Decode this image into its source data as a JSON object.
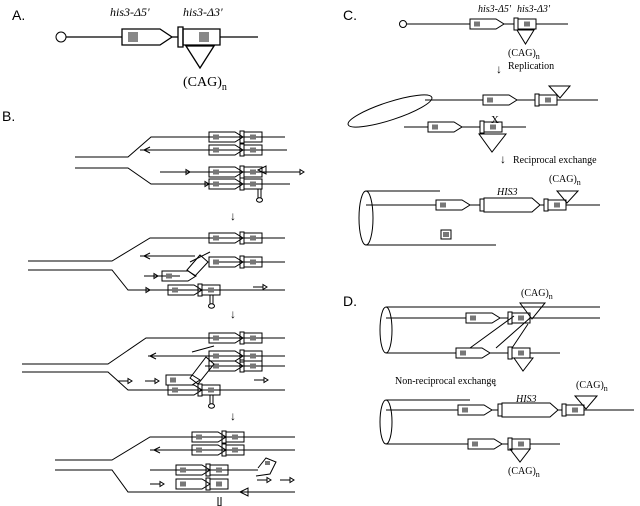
{
  "panels": {
    "a": {
      "label": "A.",
      "gene_left": "his3-Δ5'",
      "gene_right": "his3-Δ3'",
      "repeat": "(CAG)",
      "repeat_sub": "n"
    },
    "b": {
      "label": "B."
    },
    "c": {
      "label": "C.",
      "gene_left": "his3-Δ5'",
      "gene_right": "his3-Δ3'",
      "repeat": "(CAG)",
      "repeat_sub": "n",
      "step1": "Replication",
      "crossover_mark": "X",
      "step2": "Reciprocal exchange",
      "product_gene": "HIS3",
      "product_repeat": "(CAG)",
      "product_repeat_sub": "n"
    },
    "d": {
      "label": "D.",
      "repeat_top": "(CAG)",
      "repeat_top_sub": "n",
      "step": "Non-reciprocal exchange",
      "product_gene": "HIS3",
      "product_repeat": "(CAG)",
      "product_repeat_sub": "n",
      "bottom_repeat": "(CAG)",
      "bottom_repeat_sub": "n"
    }
  }
}
